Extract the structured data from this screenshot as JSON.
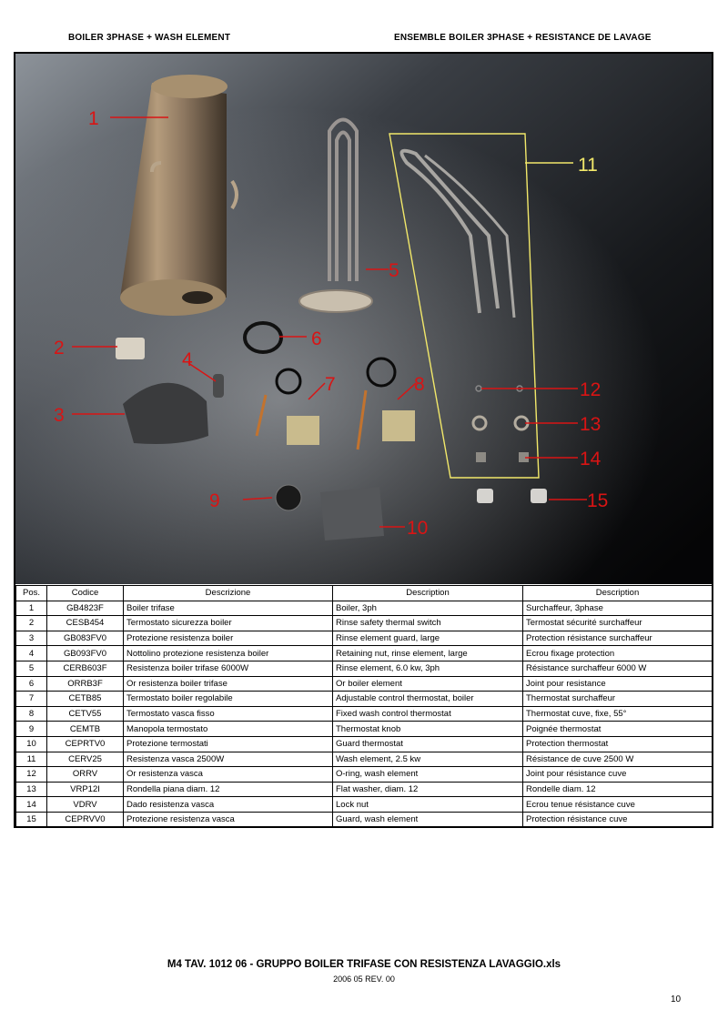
{
  "header": {
    "left": "BOILER  3PHASE +  WASH ELEMENT",
    "right": "ENSEMBLE  BOILER 3PHASE + RESISTANCE DE LAVAGE"
  },
  "photo": {
    "labels": [
      "1",
      "2",
      "3",
      "4",
      "5",
      "6",
      "7",
      "8",
      "9",
      "10",
      "11",
      "12",
      "13",
      "14",
      "15"
    ]
  },
  "table": {
    "headers": [
      "Pos.",
      "Codice",
      "Descrizione",
      "Description",
      "Description"
    ],
    "rows": [
      [
        "1",
        "GB4823F",
        "Boiler  trifase",
        "Boiler, 3ph",
        "Surchaffeur, 3phase"
      ],
      [
        "2",
        "CESB454",
        "Termostato sicurezza boiler",
        "Rinse safety thermal switch",
        "Termostat sécurité surchaffeur"
      ],
      [
        "3",
        "GB083FV0",
        "Protezione resistenza boiler",
        "Rinse element guard, large",
        "Protection résistance surchaffeur"
      ],
      [
        "4",
        "GB093FV0",
        "Nottolino protezione resistenza boiler",
        "Retaining nut, rinse element, large",
        "Ecrou fixage protection"
      ],
      [
        "5",
        "CERB603F",
        "Resistenza boiler trifase 6000W",
        "Rinse element, 6.0 kw, 3ph",
        "Résistance surchaffeur   6000 W"
      ],
      [
        "6",
        "ORRB3F",
        "Or resistenza boiler trifase",
        "Or  boiler element",
        "Joint pour resistance"
      ],
      [
        "7",
        "CETB85",
        "Termostato boiler regolabile",
        "Adjustable control thermostat, boiler",
        "Thermostat surchaffeur"
      ],
      [
        "8",
        "CETV55",
        "Termostato vasca fisso",
        "Fixed wash control thermostat",
        "Thermostat cuve, fixe, 55°"
      ],
      [
        "9",
        "CEMTB",
        "Manopola termostato",
        "Thermostat knob",
        "Poignée thermostat"
      ],
      [
        "10",
        "CEPRTV0",
        "Protezione termostati",
        "Guard thermostat",
        "Protection thermostat"
      ],
      [
        "11",
        "CERV25",
        "Resistenza vasca 2500W",
        "Wash element, 2.5 kw",
        "Résistance de cuve 2500 W"
      ],
      [
        "12",
        "ORRV",
        "Or resistenza vasca",
        "O-ring, wash element",
        "Joint pour résistance cuve"
      ],
      [
        "13",
        "VRP12I",
        "Rondella piana diam. 12",
        "Flat washer, diam. 12",
        "Rondelle diam. 12"
      ],
      [
        "14",
        "VDRV",
        "Dado resistenza vasca",
        "Lock nut",
        "Ecrou tenue résistance cuve"
      ],
      [
        "15",
        "CEPRVV0",
        "Protezione resistenza vasca",
        "Guard, wash element",
        "Protection résistance cuve"
      ]
    ]
  },
  "footer": {
    "title": "M4 TAV. 1012 06  - GRUPPO BOILER TRIFASE CON RESISTENZA LAVAGGIO.xls",
    "revision": "2006 05 REV. 00",
    "page": "10"
  }
}
